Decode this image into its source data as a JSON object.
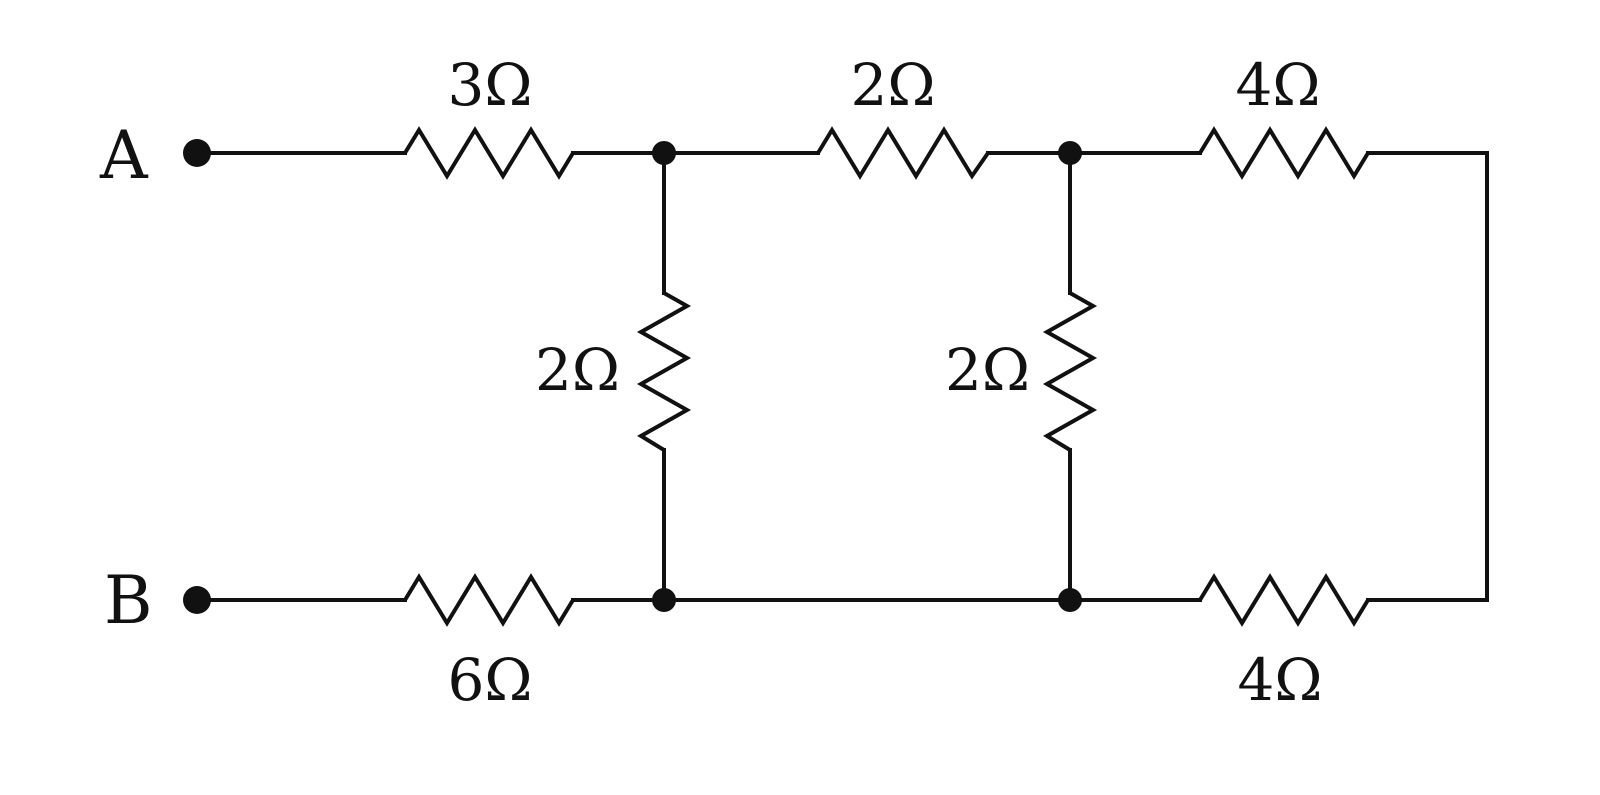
{
  "terminals": {
    "a": "A",
    "b": "B"
  },
  "resistors": {
    "top_left": "3Ω",
    "top_middle": "2Ω",
    "top_right": "4Ω",
    "vertical_left": "2Ω",
    "vertical_right": "2Ω",
    "bottom_left": "6Ω",
    "bottom_right": "4Ω"
  },
  "colors": {
    "ink": "#111111",
    "background": "#ffffff"
  }
}
